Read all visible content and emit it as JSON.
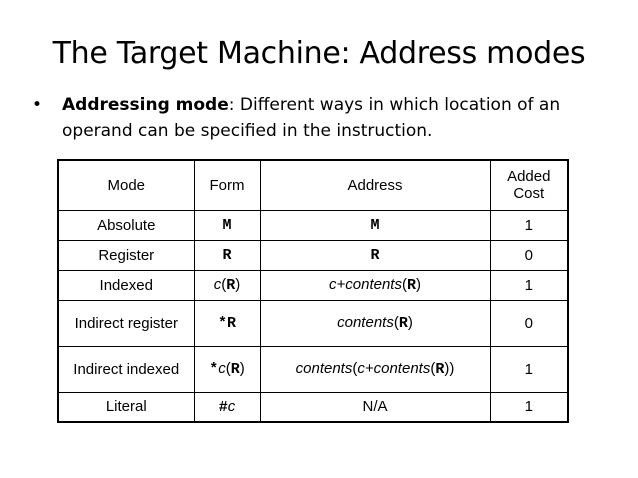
{
  "slide": {
    "title": "The Target Machine: Address modes",
    "bullet": {
      "symbol": "•",
      "term": "Addressing mode",
      "text": ": Different ways in which location of an operand can be specified in the instruction."
    }
  },
  "table": {
    "headers": {
      "mode": "Mode",
      "form": "Form",
      "address": "Address",
      "cost_line1": "Added",
      "cost_line2": "Cost"
    },
    "rows": [
      {
        "mode": "Absolute",
        "form_code": "M",
        "address_code": "M",
        "cost": "1"
      },
      {
        "mode": "Register",
        "form_code": "R",
        "address_code": "R",
        "cost": "0"
      },
      {
        "mode": "Indexed",
        "form_it": "c",
        "form_open": "(",
        "form_code": "R",
        "form_close": ")",
        "address_it": "c+contents",
        "address_open": "(",
        "address_code": "R",
        "address_close": ")",
        "cost": "1"
      },
      {
        "mode": "Indirect register",
        "form_code": "*R",
        "address_it": "contents",
        "address_open": "(",
        "address_code": "R",
        "address_close": ")",
        "cost": "0"
      },
      {
        "mode": "Indirect indexed",
        "form_star": "*",
        "form_it": "c",
        "form_open": "(",
        "form_code": "R",
        "form_close": ")",
        "address_it1": "contents",
        "address_open1": "(",
        "address_it2": "c+contents",
        "address_open2": "(",
        "address_code": "R",
        "address_close": "))",
        "cost": "1"
      },
      {
        "mode": "Literal",
        "form_code": "#",
        "form_it": "c",
        "address": "N/A",
        "cost": "1"
      }
    ]
  }
}
